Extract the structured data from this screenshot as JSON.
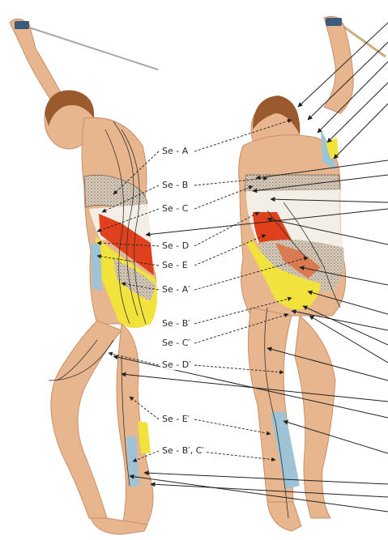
{
  "labels": {
    "se_a": "Se - A",
    "se_b": "Se - B",
    "se_c": "Se - C",
    "se_d": "Se - D",
    "se_e": "Se - E",
    "se_a2": "Se - A′",
    "se_b2": "Se - B′",
    "se_c2": "Se - C′",
    "se_d2": "Se - D′",
    "se_e2": "Se - E′",
    "se_b2c2": "Se - B′, C′"
  },
  "colors": {
    "background": "#ffffff",
    "skin": "#e8b68e",
    "skin_shadow": "#c98f68",
    "hair": "#9a5a2e",
    "region_red": "#e0401c",
    "region_yellow": "#f2e23c",
    "region_blue": "#9ec3d6",
    "region_white": "#f4efe6",
    "region_stipple": "#a89582",
    "line": "#222222",
    "sword": "#a8a8a8"
  }
}
